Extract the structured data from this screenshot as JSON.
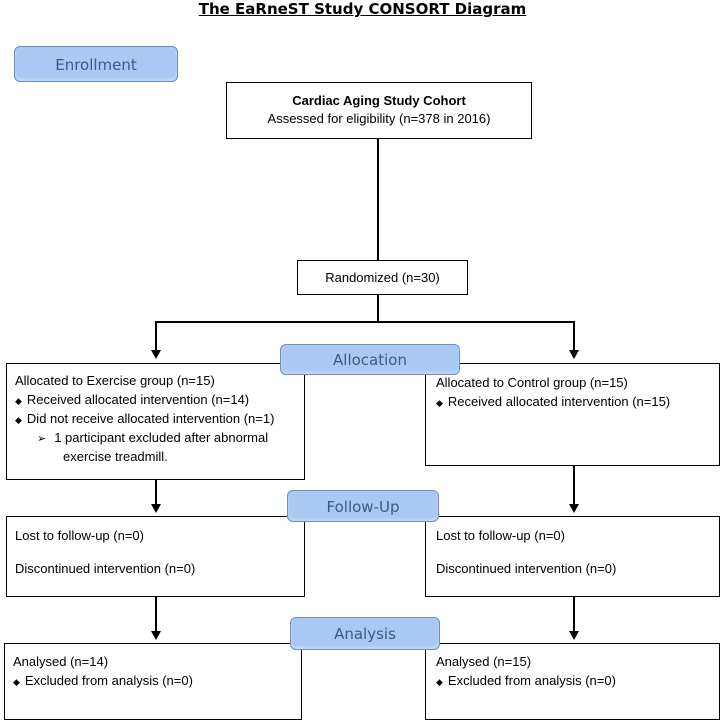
{
  "title": "The EaRneST Study CONSORT Diagram",
  "stages": {
    "enrollment": "Enrollment",
    "allocation": "Allocation",
    "followup": "Follow-Up",
    "analysis": "Analysis"
  },
  "cohort": {
    "name": "Cardiac Aging Study Cohort",
    "assessed": "Assessed for eligibility (n=378 in 2016)"
  },
  "randomized": "Randomized (n=30)",
  "exercise": {
    "allocated": "Allocated to Exercise group (n=15)",
    "received": "Received allocated intervention (n=14)",
    "not_received": "Did not receive allocated intervention (n=1)",
    "excluded_line1": "1 participant excluded after abnormal",
    "excluded_line2": "exercise treadmill.",
    "lost": "Lost to follow-up (n=0)",
    "discontinued": "Discontinued intervention (n=0)",
    "analysed": "Analysed (n=14)",
    "excluded_analysis": "Excluded from analysis (n=0)"
  },
  "control": {
    "allocated": "Allocated to Control group (n=15)",
    "received": "Received allocated intervention (n=15)",
    "lost": "Lost to follow-up (n=0)",
    "discontinued": "Discontinued intervention (n=0)",
    "analysed": "Analysed (n=15)",
    "excluded_analysis": "Excluded from analysis (n=0)"
  },
  "glyphs": {
    "bullet": "◆",
    "sub_bullet": "➢"
  },
  "colors": {
    "stage_fill": "#a9c8f3",
    "stage_text": "#3b5a86"
  }
}
